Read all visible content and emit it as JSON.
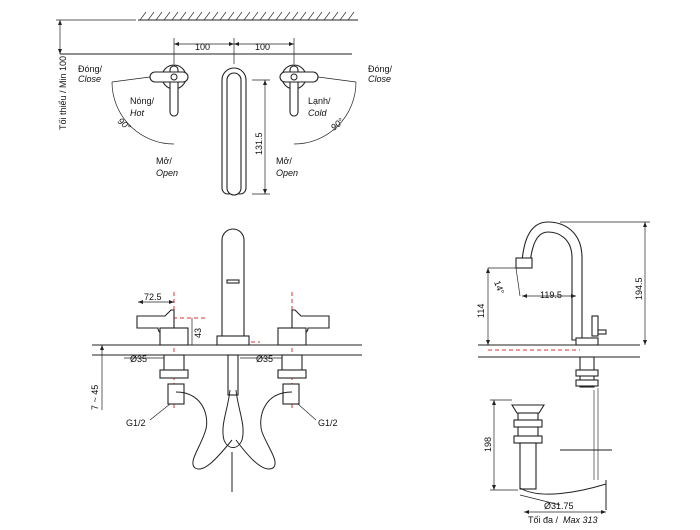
{
  "labels": {
    "close_vi": "Đóng/",
    "close_en": "Close",
    "open_vi": "Mở/",
    "open_en": "Open",
    "hot_vi": "Nóng/",
    "hot_en": "Hot",
    "cold_vi": "Lạnh/",
    "cold_en": "Cold",
    "angle": "90°",
    "min_height": "Tối thiểu / Min 100",
    "max_width_vi": "Tối đa /",
    "max_width_en": "Max 313"
  },
  "dimensions": {
    "spacing_left": "100",
    "spacing_right": "100",
    "spout_height": "131.5",
    "handle_reach": "72.5",
    "handle_height": "43",
    "hole_left": "Ø35",
    "hole_right": "Ø35",
    "deck_range": "7 ~ 45",
    "thread_left": "G1/2",
    "thread_right": "G1/2",
    "spout_angle": "14°",
    "spout_reach": "119.5",
    "outlet_height": "114",
    "total_height": "194.5",
    "drain_depth": "198",
    "drain_dia": "Ø31.75"
  }
}
